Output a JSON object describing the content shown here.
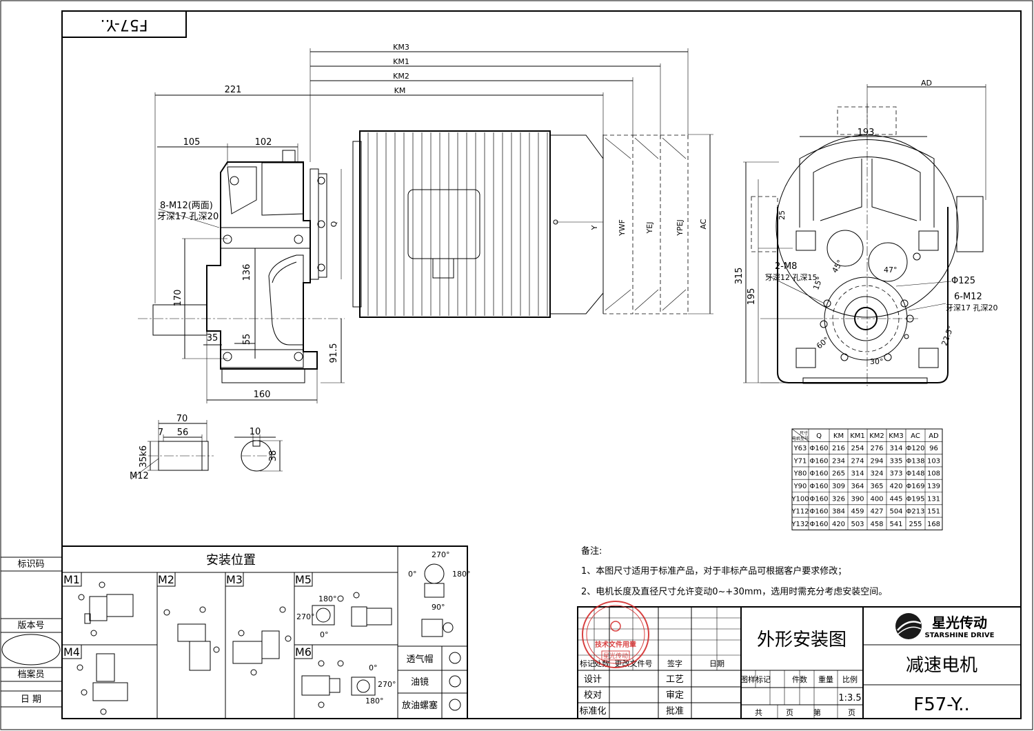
{
  "title_box": "F57-Y..",
  "dimensions": {
    "km3": "KM3",
    "km1": "KM1",
    "km2": "KM2",
    "km": "KM",
    "d221": "221",
    "d105": "105",
    "d102": "102",
    "d136": "136",
    "d170": "170",
    "d35": "35",
    "d55": "55",
    "d91_5": "91.5",
    "d160": "160",
    "q": "Q",
    "y": "Y",
    "ywf": "YWF",
    "yej": "YEJ",
    "ypej": "YPEJ",
    "ac": "AC",
    "ad": "AD",
    "d193": "193",
    "d25": "25",
    "d315": "315",
    "d195": "195",
    "d125": "Φ125",
    "a47": "47°",
    "a22_5": "22.5°",
    "a30": "30°",
    "a60": "60°",
    "a45": "45°",
    "a15": "15°"
  },
  "callouts": {
    "bolt_8m12_line1": "8-M12(两面)",
    "bolt_8m12_line2": "牙深17 孔深20",
    "bolt_2m8_line1": "2-M8",
    "bolt_2m8_line2": "牙深12 孔深15",
    "bolt_6m12_line1": "6-M12",
    "bolt_6m12_line2": "牙深17 孔深20"
  },
  "shaft": {
    "d70": "70",
    "d7": "7",
    "d56": "56",
    "d35k6": "35k6",
    "m12": "M12",
    "d10": "10",
    "d38": "38"
  },
  "table": {
    "corner_top": "尺寸",
    "corner_bottom": "电机型号",
    "headers": [
      "Q",
      "KM",
      "KM1",
      "KM2",
      "KM3",
      "AC",
      "AD"
    ],
    "rows": [
      [
        "Y63",
        "Φ160",
        "216",
        "254",
        "276",
        "314",
        "Φ120",
        "96"
      ],
      [
        "Y71",
        "Φ160",
        "234",
        "274",
        "294",
        "335",
        "Φ138",
        "103"
      ],
      [
        "Y80",
        "Φ160",
        "265",
        "314",
        "324",
        "373",
        "Φ148",
        "108"
      ],
      [
        "Y90",
        "Φ160",
        "309",
        "364",
        "365",
        "420",
        "Φ169",
        "139"
      ],
      [
        "Y100",
        "Φ160",
        "326",
        "390",
        "400",
        "445",
        "Φ195",
        "131"
      ],
      [
        "Y112",
        "Φ160",
        "384",
        "459",
        "427",
        "504",
        "Φ213",
        "151"
      ],
      [
        "Y132",
        "Φ160",
        "420",
        "503",
        "458",
        "541",
        "255",
        "168"
      ]
    ]
  },
  "notes": {
    "heading": "备注:",
    "n1": "1、本图尺寸适用于标准产品，对于非标产品可根据客户要求修改；",
    "n2": "2、电机长度及直径尺寸允许变动0~+30mm，选用时需充分考虑安装空间。"
  },
  "mounting": {
    "title": "安装位置",
    "labels": [
      "M1",
      "M2",
      "M3",
      "M5",
      "M4",
      "M6"
    ],
    "angle_270": "270°",
    "angle_0": "0°",
    "angle_180": "180°",
    "angle_90": "90°",
    "legend": [
      "透气帽",
      "油镜",
      "放油螺塞"
    ]
  },
  "left_strip": [
    "标识码",
    "版本号",
    "档案员",
    "日  期"
  ],
  "stamp": {
    "outer_text": "技术文件用章",
    "inner_text": "星光传动"
  },
  "title_block": {
    "drawing_name": "外形安装图",
    "company_cn": "星光传动",
    "company_en": "STARSHINE DRIVE",
    "product": "减速电机",
    "model": "F57-Y..",
    "scale": "1:3.5",
    "r1": [
      "标记",
      "处数",
      "更改文件号",
      "签字",
      "日期"
    ],
    "r2": [
      "设计",
      "工艺"
    ],
    "r3": [
      "校对",
      "审定"
    ],
    "r4": [
      "标准化",
      "批准"
    ],
    "r5": [
      "图样标记",
      "件数",
      "重量",
      "比例"
    ],
    "r6": [
      "共",
      "页",
      "第",
      "页"
    ]
  },
  "colors": {
    "line": "#000000",
    "stamp": "#d22020",
    "logo": "#1a1a1a"
  }
}
